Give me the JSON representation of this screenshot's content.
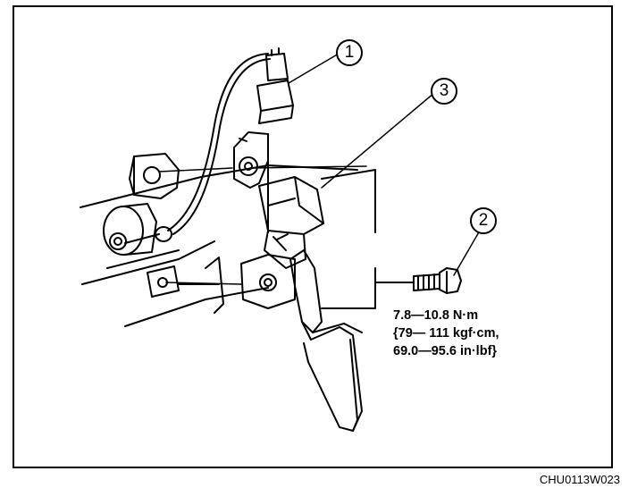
{
  "callouts": [
    {
      "num": "1"
    },
    {
      "num": "2"
    },
    {
      "num": "3"
    }
  ],
  "torque_spec": {
    "line1": "7.8—10.8 N·m",
    "line2": "{79— 111 kgf·cm,",
    "line3": "69.0—95.6 in·lbf}"
  },
  "figure_code": "CHU0113W023",
  "colors": {
    "ink": "#000000",
    "paper": "#ffffff"
  }
}
